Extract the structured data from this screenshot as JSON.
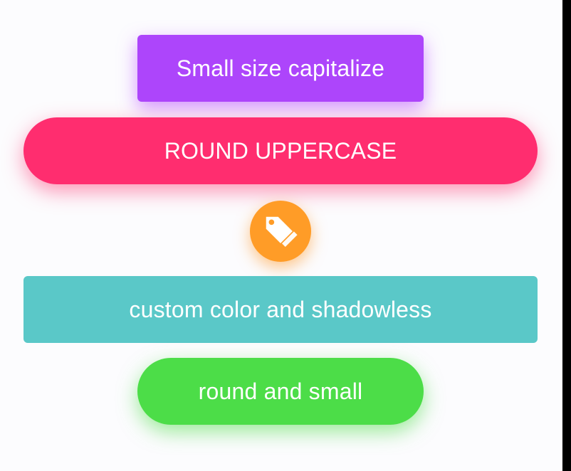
{
  "buttons": {
    "small_capitalize": {
      "label": "Small size capitalize",
      "color": "#ad45fb"
    },
    "round_uppercase": {
      "label": "ROUND UPPERCASE",
      "color": "#ff2d6f"
    },
    "icon_button": {
      "icon": "tags-icon",
      "color": "#ff9c27"
    },
    "custom_shadowless": {
      "label": "custom color and shadowless",
      "color": "#5ac8c8"
    },
    "round_small": {
      "label": "round and small",
      "color": "#4cdd48"
    }
  }
}
